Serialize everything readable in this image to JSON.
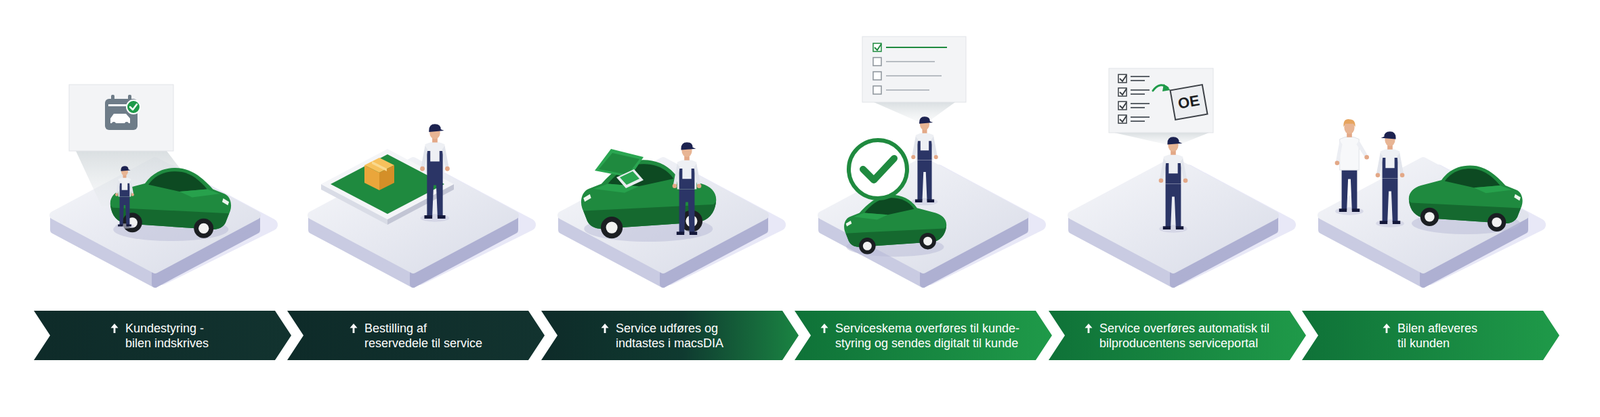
{
  "diagram": {
    "nodes": [
      {
        "text": [
          "Kundestyring - bilen indskrives"
        ]
      },
      {
        "text": [
          "Bestilling af reservedele til service"
        ]
      },
      {
        "text": [
          "Service udføres og indtastes i macsDIA"
        ]
      },
      {
        "text": [
          "Serviceskema overføres til kunde- styring og sendes digitalt til kunde"
        ]
      },
      {
        "text": [
          "Service overføres automatisk til bilproducentens serviceportal"
        ]
      },
      {
        "text": [
          "Bilen afleveres til kunden"
        ]
      }
    ],
    "labels": [
      "OE"
    ]
  }
}
